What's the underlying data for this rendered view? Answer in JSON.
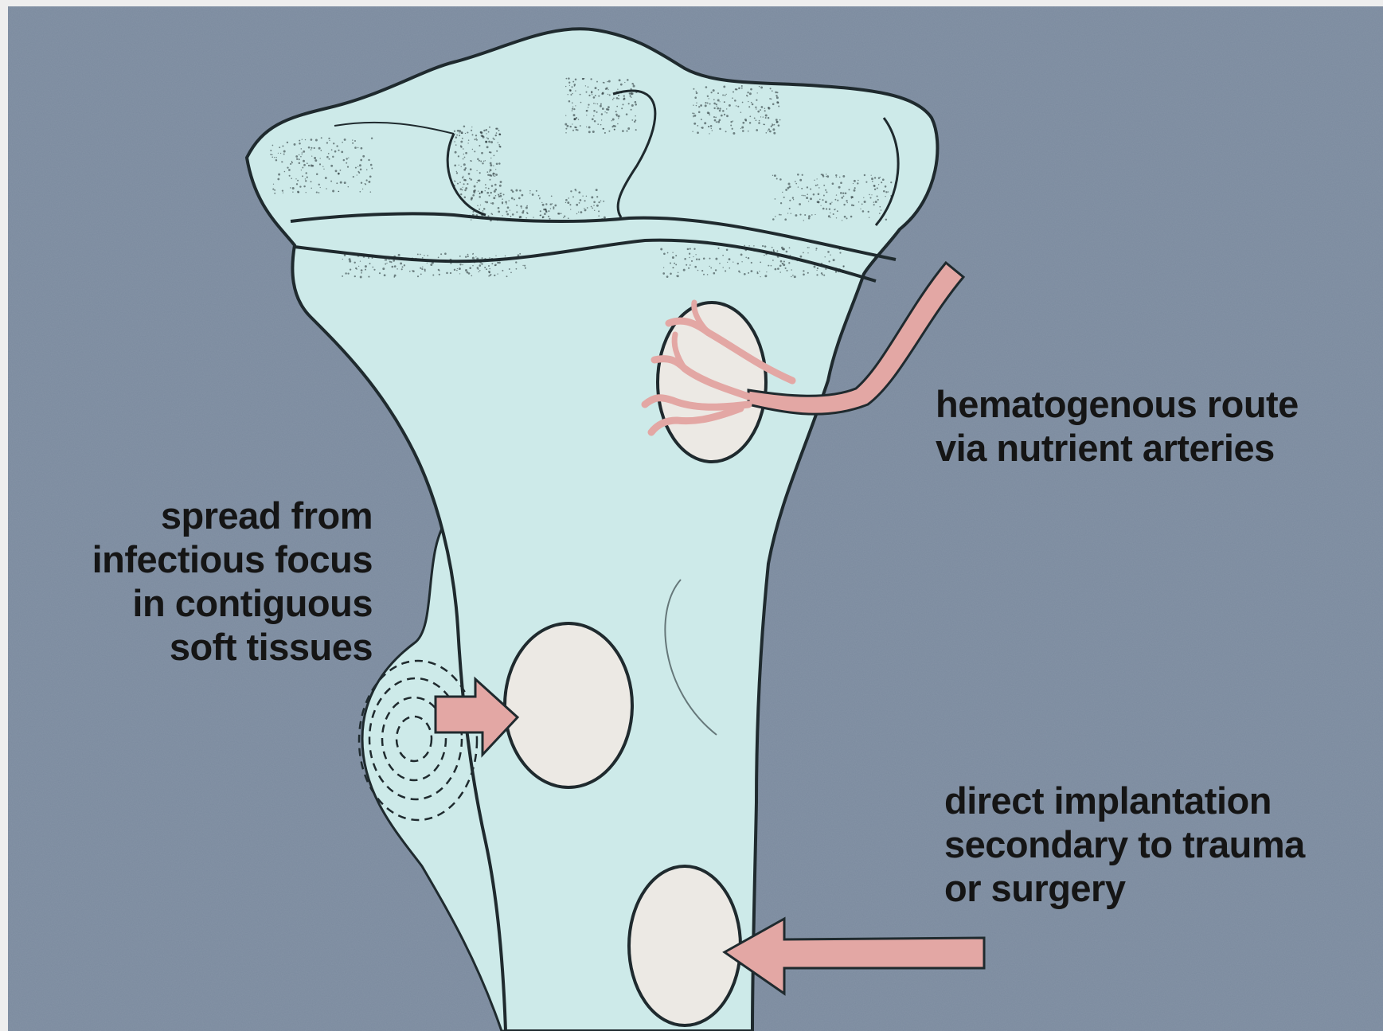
{
  "figure": {
    "background_color": "#7b8a9e",
    "bone_color": "#cdeae9",
    "lesion_color": "#ece9e4",
    "arrow_color": "#e3a7a4",
    "outline_color": "#1f2a2e"
  },
  "labels": {
    "hematogenous": {
      "lines": [
        "hematogenous route",
        "via nutrient arteries"
      ]
    },
    "contiguous": {
      "lines": [
        "spread from",
        "infectious focus",
        "in contiguous",
        "soft tissues"
      ]
    },
    "direct": {
      "lines": [
        "direct implantation",
        "secondary to trauma",
        "or surgery"
      ]
    }
  },
  "icons": {
    "artery": "nutrient-artery-icon",
    "soft_tissue_focus": "soft-tissue-focus-icon",
    "arrow_contiguous": "arrow-right-icon",
    "arrow_direct": "arrow-left-icon"
  }
}
